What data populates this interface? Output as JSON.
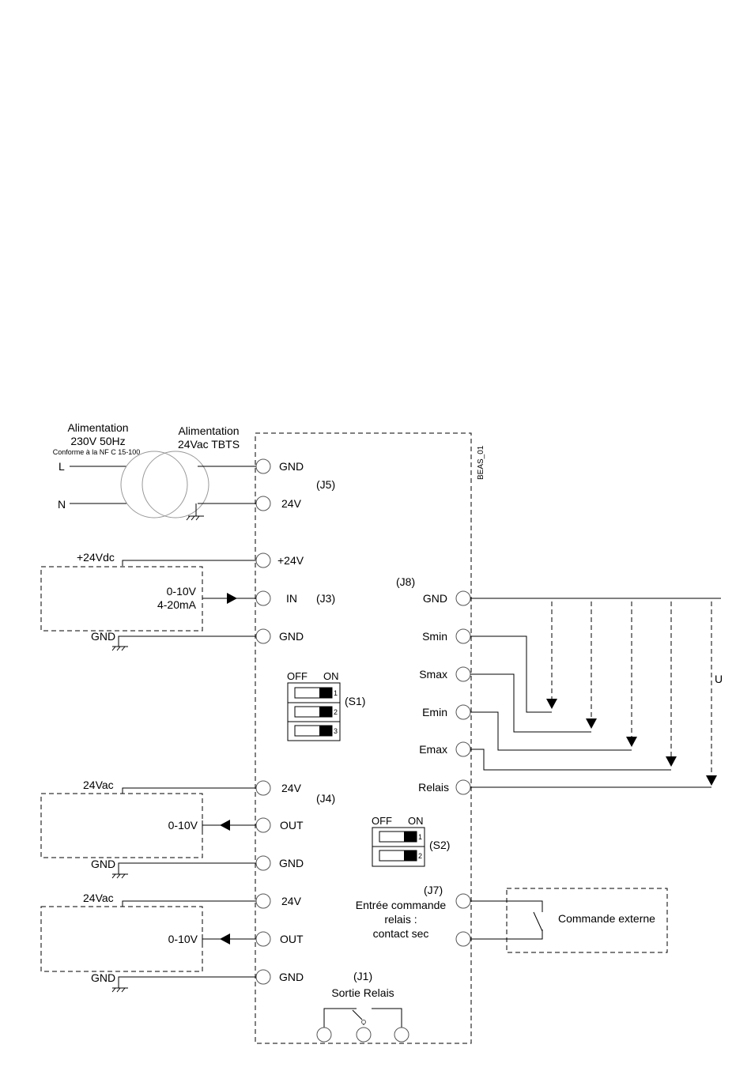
{
  "power": {
    "supply_title": "Alimentation",
    "supply_rating": "230V 50Hz",
    "supply_norm": "Conforme à la NF C 15-100",
    "secondary_title": "Alimentation",
    "secondary_rating": "24Vac TBTS",
    "line_L": "L",
    "line_N": "N"
  },
  "board": {
    "ref": "BEAS_01"
  },
  "connectors": {
    "j5": "(J5)",
    "j3": "(J3)",
    "j4": "(J4)",
    "j8": "(J8)",
    "j7": "(J7)",
    "j1": "(J1)",
    "s1": "(S1)",
    "s2": "(S2)"
  },
  "left_terminals": {
    "gnd_j5": "GND",
    "v24_j5": "24V",
    "p24_j3": "+24V",
    "in_j3": "IN",
    "gnd_j3": "GND",
    "v24_j4a": "24V",
    "out_j4a": "OUT",
    "gnd_j4a": "GND",
    "v24_j4b": "24V",
    "out_j4b": "OUT",
    "gnd_j4b": "GND"
  },
  "right_terminals": {
    "gnd": "GND",
    "smin": "Smin",
    "smax": "Smax",
    "emin": "Emin",
    "emax": "Emax",
    "relais": "Relais"
  },
  "external": {
    "plus24vdc": "+24Vdc",
    "signal_in_1": "0-10V",
    "signal_in_2": "4-20mA",
    "gnd_a": "GND",
    "vac_a": "24Vac",
    "signal_out_a": "0-10V",
    "gnd_b": "GND",
    "vac_b": "24Vac",
    "signal_out_b": "0-10V",
    "gnd_c": "GND",
    "u_label": "U"
  },
  "dip": {
    "off": "OFF",
    "on": "ON",
    "s1": [
      "1",
      "2",
      "3"
    ],
    "s2": [
      "1",
      "2"
    ]
  },
  "relay_input": {
    "line1": "Entrée commande",
    "line2": "relais :",
    "line3": "contact sec",
    "external_label": "Commande externe"
  },
  "relay_output": {
    "label": "Sortie Relais"
  }
}
